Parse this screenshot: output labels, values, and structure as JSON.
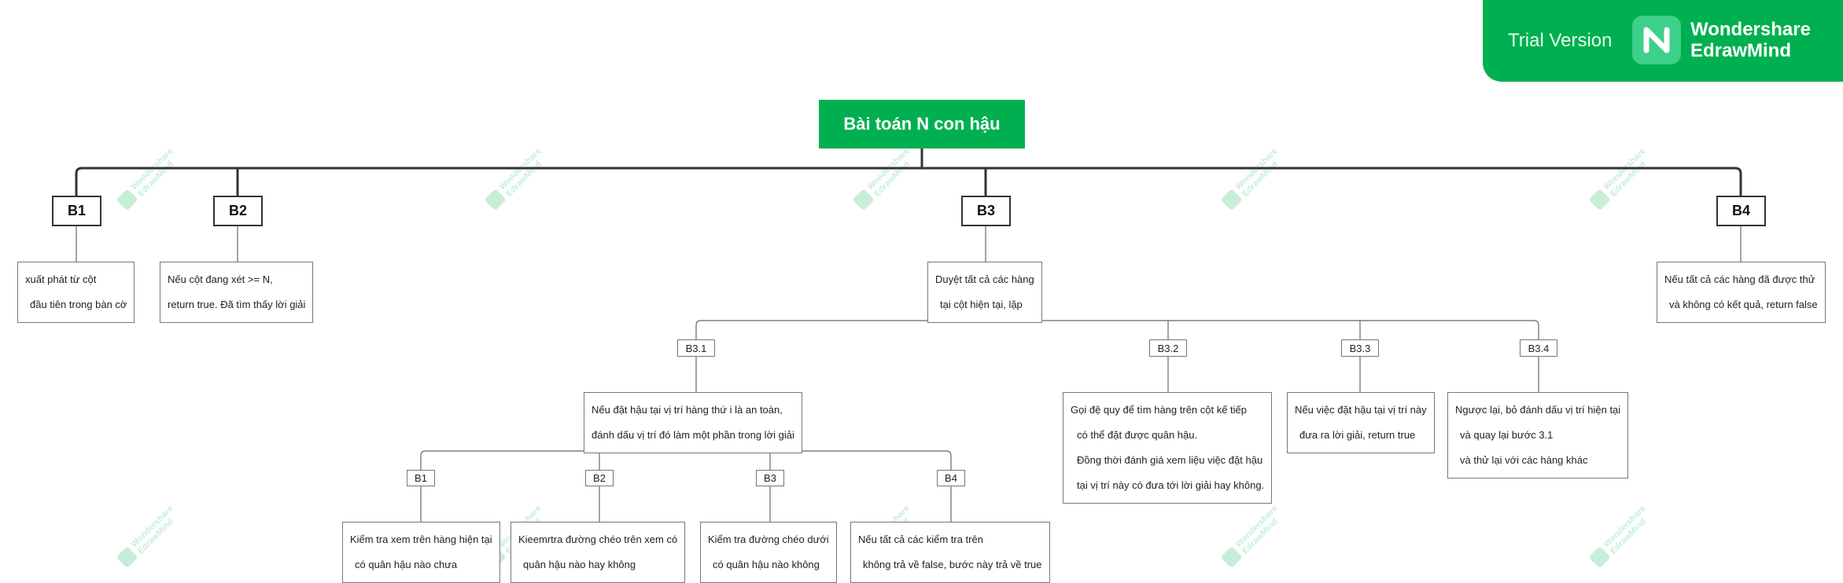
{
  "banner": {
    "trial_label": "Trial Version",
    "brand_line1": "Wondershare",
    "brand_line2": "EdrawMind",
    "color": "#00b050",
    "icon": "edrawmind-logo-icon"
  },
  "watermark": {
    "line1": "Wondershare",
    "line2": "EdrawMind"
  },
  "mindmap": {
    "root": "Bài toán N con hậu",
    "b1": {
      "label": "B1",
      "desc": [
        "xuất phát từ cột",
        "đầu tiên trong bàn cờ"
      ]
    },
    "b2": {
      "label": "B2",
      "desc": [
        "Nếu cột đang xét >= N,",
        "return true. Đã tìm thấy lời giải"
      ]
    },
    "b3": {
      "label": "B3",
      "desc": [
        "Duyệt tất cả các hàng",
        "tại cột hiện tại, lặp"
      ],
      "b31": {
        "label": "B3.1",
        "desc": [
          "Nếu đặt hậu tại vị trí hàng thứ i là an toàn,",
          "đánh dấu vị trí đó làm một phần trong lời giải"
        ],
        "children": [
          {
            "label": "B1",
            "desc": [
              "Kiểm tra xem trên hàng hiện tại",
              "có quân hậu nào chưa"
            ]
          },
          {
            "label": "B2",
            "desc": [
              "Kieemrtra đường chéo trên xem có",
              "quân  hậu nào hay không"
            ]
          },
          {
            "label": "B3",
            "desc": [
              "Kiểm tra đường chéo dưới",
              "có quân hậu nào không"
            ]
          },
          {
            "label": "B4",
            "desc": [
              "Nếu tất cả các kiểm tra trên",
              "không trả về false, bước này trả về true"
            ]
          }
        ]
      },
      "b32": {
        "label": "B3.2",
        "desc": [
          "Gọi đệ quy để tìm hàng trên cột kế tiếp",
          "có thể đặt được quân hậu.",
          "Đồng thời đánh giá xem liệu việc đặt hậu",
          "tại vị trí này có đưa tới lời giải hay không."
        ]
      },
      "b33": {
        "label": "B3.3",
        "desc": [
          "Nếu việc đặt hậu tại vị trí này",
          "đưa ra lời giải, return true"
        ]
      },
      "b34": {
        "label": "B3.4",
        "desc": [
          "Ngược lại, bỏ đánh dấu vị trí hiện tại",
          "và quay lại bước 3.1",
          "và thử lại với các hàng khác"
        ]
      }
    },
    "b4": {
      "label": "B4",
      "desc": [
        "Nếu tất cả các hàng đã được thử",
        "và không có kết quả, return false"
      ]
    }
  }
}
